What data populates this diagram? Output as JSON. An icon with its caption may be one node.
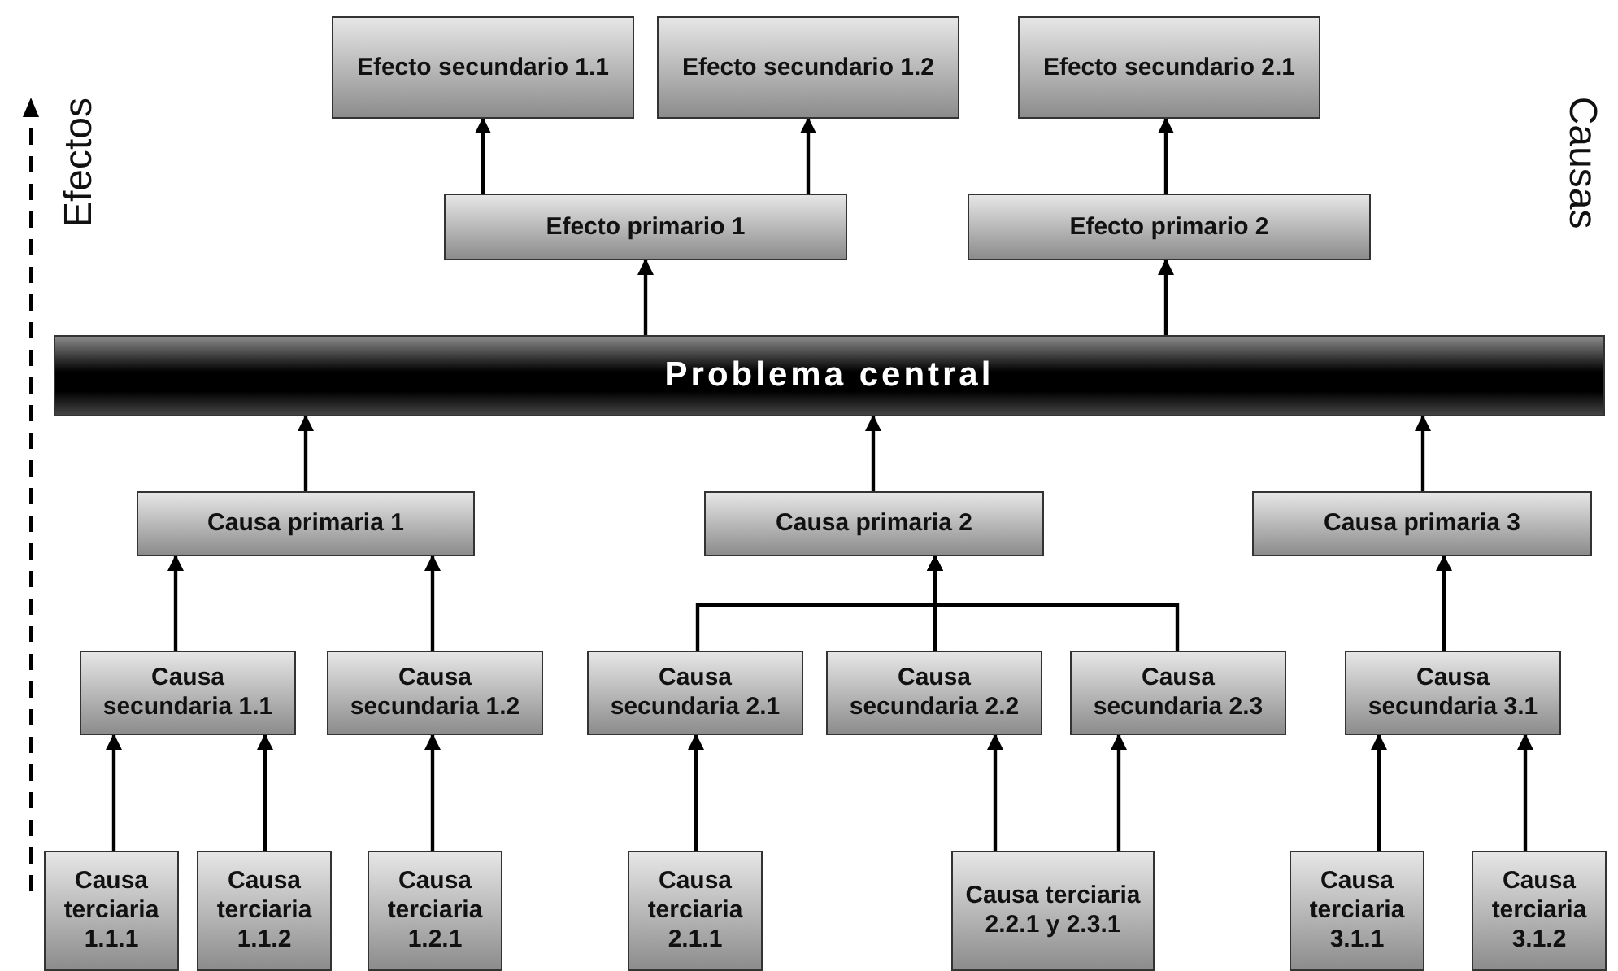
{
  "diagram": {
    "nodes": [
      {
        "text": [
          "Efecto secundario 1.1"
        ]
      },
      {
        "text": [
          "Efecto secundario 1.2"
        ]
      },
      {
        "text": [
          "Efecto secundario 2.1"
        ]
      },
      {
        "text": [
          "Efecto primario 1"
        ]
      },
      {
        "text": [
          "Efecto primario 2"
        ]
      },
      {
        "text": [
          "Problema central"
        ]
      },
      {
        "text": [
          "Causa primaria 1"
        ]
      },
      {
        "text": [
          "Causa primaria 2"
        ]
      },
      {
        "text": [
          "Causa primaria 3"
        ]
      },
      {
        "text": [
          "Causa secundaria 1.1"
        ]
      },
      {
        "text": [
          "Causa secundaria 1.2"
        ]
      },
      {
        "text": [
          "Causa secundaria 2.1"
        ]
      },
      {
        "text": [
          "Causa secundaria 2.2"
        ]
      },
      {
        "text": [
          "Causa secundaria 2.3"
        ]
      },
      {
        "text": [
          "Causa secundaria 3.1"
        ]
      },
      {
        "text": [
          "Causa terciaria 1.1.1"
        ]
      },
      {
        "text": [
          "Causa terciaria 1.1.2"
        ]
      },
      {
        "text": [
          "Causa terciaria 1.2.1"
        ]
      },
      {
        "text": [
          "Causa terciaria 2.1.1"
        ]
      },
      {
        "text": [
          "Causa terciaria 2.2.1 y 2.3.1"
        ]
      },
      {
        "text": [
          "Causa terciaria 3.1.1"
        ]
      },
      {
        "text": [
          "Causa terciaria 3.1.2"
        ]
      }
    ],
    "edges": [
      {
        "from": 3,
        "to": 0,
        "arrow": "to"
      },
      {
        "from": 3,
        "to": 1,
        "arrow": "to"
      },
      {
        "from": 4,
        "to": 2,
        "arrow": "to"
      },
      {
        "from": 5,
        "to": 3,
        "arrow": "to"
      },
      {
        "from": 5,
        "to": 4,
        "arrow": "to"
      },
      {
        "from": 6,
        "to": 5,
        "arrow": "to"
      },
      {
        "from": 7,
        "to": 5,
        "arrow": "to"
      },
      {
        "from": 8,
        "to": 5,
        "arrow": "to"
      },
      {
        "from": 9,
        "to": 6,
        "arrow": "to"
      },
      {
        "from": 10,
        "to": 6,
        "arrow": "to"
      },
      {
        "from": 11,
        "to": 7,
        "arrow": "to"
      },
      {
        "from": 12,
        "to": 7,
        "arrow": "to"
      },
      {
        "from": 13,
        "to": 7,
        "arrow": "to"
      },
      {
        "from": 14,
        "to": 8,
        "arrow": "to"
      },
      {
        "from": 15,
        "to": 9,
        "arrow": "to"
      },
      {
        "from": 16,
        "to": 9,
        "arrow": "to"
      },
      {
        "from": 17,
        "to": 10,
        "arrow": "to"
      },
      {
        "from": 18,
        "to": 11,
        "arrow": "to"
      },
      {
        "from": 19,
        "to": 12,
        "arrow": "to"
      },
      {
        "from": 19,
        "to": 13,
        "arrow": "to"
      },
      {
        "from": 20,
        "to": 14,
        "arrow": "to"
      },
      {
        "from": 21,
        "to": 14,
        "arrow": "to"
      }
    ],
    "labels": [
      "Efectos",
      "Causas"
    ]
  }
}
